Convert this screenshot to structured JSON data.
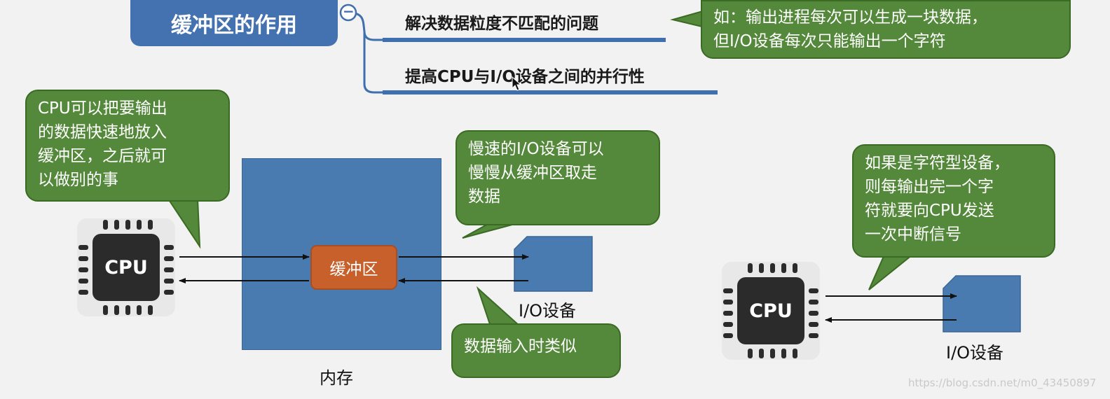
{
  "mindmap": {
    "title": "缓冲区的作用",
    "collapse_symbol": "−",
    "branches": [
      "解决数据粒度不匹配的问题",
      "提高CPU与I/O设备之间的并行性"
    ]
  },
  "callouts": {
    "granularity": "如：输出进程每次可以生成一块数据，\n但I/O设备每次只能输出一个字符",
    "cpu": "CPU可以把要输出\n的数据快速地放入\n缓冲区，之后就可\n以做别的事",
    "io_slow": "慢速的I/O设备可以\n慢慢从缓冲区取走\n数据",
    "input": "数据输入时类似",
    "char_device": "如果是字符型设备，\n则每输出完一个字\n符就要向CPU发送\n一次中断信号"
  },
  "diagram_left": {
    "cpu_label": "CPU",
    "buffer_label": "缓冲区",
    "memory_label": "内存",
    "io_label": "I/O设备"
  },
  "diagram_right": {
    "cpu_label": "CPU",
    "io_label": "I/O设备"
  },
  "watermark": "https://blog.csdn.net/m0_43450897",
  "colors": {
    "node_blue": "#4472b0",
    "callout_green": "#54883a",
    "buffer_orange": "#c8602c",
    "chip_dark": "#2b2b2b"
  }
}
